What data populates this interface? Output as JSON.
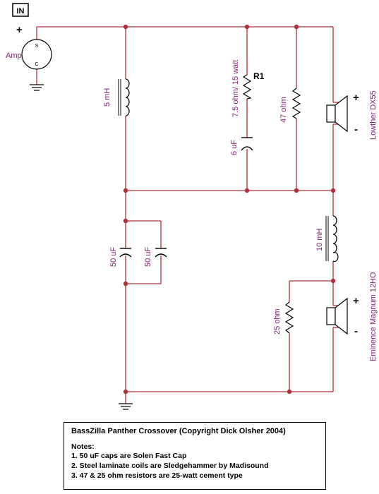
{
  "header": {
    "in_label": "IN"
  },
  "source": {
    "label": "Amp",
    "plus": "+",
    "terminal_s": "S",
    "terminal_c": "C"
  },
  "components": {
    "woofer_coil": "5 mH",
    "r1_name": "R1",
    "r1_value": "7.5 ohm/ 15 watt",
    "cap_6uf": "6 uF",
    "r_47": "47 ohm",
    "cap_50a": "50 uF",
    "cap_50b": "50 uF",
    "coil_10mh": "10 mH",
    "r_25": "25 ohm"
  },
  "drivers": [
    {
      "name": "Lowther DX55",
      "plus": "+",
      "minus": "-"
    },
    {
      "name": "Eminence Magnum 12HO",
      "plus": "+",
      "minus": "-"
    }
  ],
  "notes": {
    "title": "BassZilla Panther Crossover (Copyright Dick Olsher 2004)",
    "heading": "Notes:",
    "lines": [
      "1. 50 uF caps are Solen Fast Cap",
      "2. Steel laminate coils are Sledgehammer by Madisound",
      "3. 47 & 25 ohm resistors are 25-watt cement type"
    ]
  },
  "colors": {
    "wire": "#b0303a",
    "label": "#7a1f6e",
    "node": "#b0303a"
  }
}
